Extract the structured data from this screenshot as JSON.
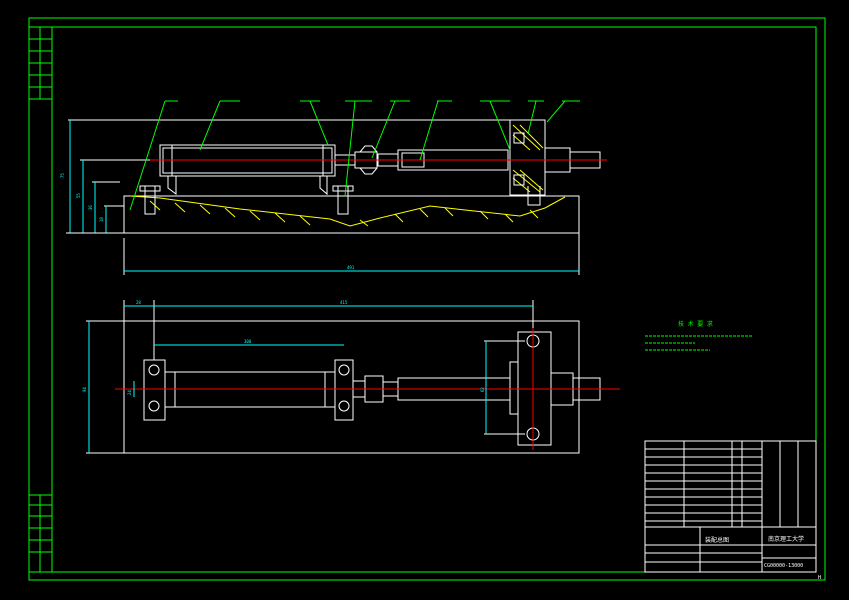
{
  "colors": {
    "background": "#000000",
    "frame": "#ffffff",
    "annotation": "#00ff00",
    "centerline": "#ff0000",
    "dimension": "#00ffff",
    "hatch": "#ffff00"
  },
  "corner_mark": "H",
  "drawing_number": "CG00000-13000",
  "school_text": "南京理工大学",
  "drawing_title": "装配总图",
  "tech_title": "技 术 要 求",
  "dims": {
    "overall_length": "491",
    "plan_length": "415",
    "stroke": "300",
    "height_1": "75",
    "height_2": "55",
    "height_3": "36",
    "height_4": "18",
    "plan_width": "94",
    "plan_left": "28",
    "plan_small": "24",
    "plan_right": "62"
  }
}
